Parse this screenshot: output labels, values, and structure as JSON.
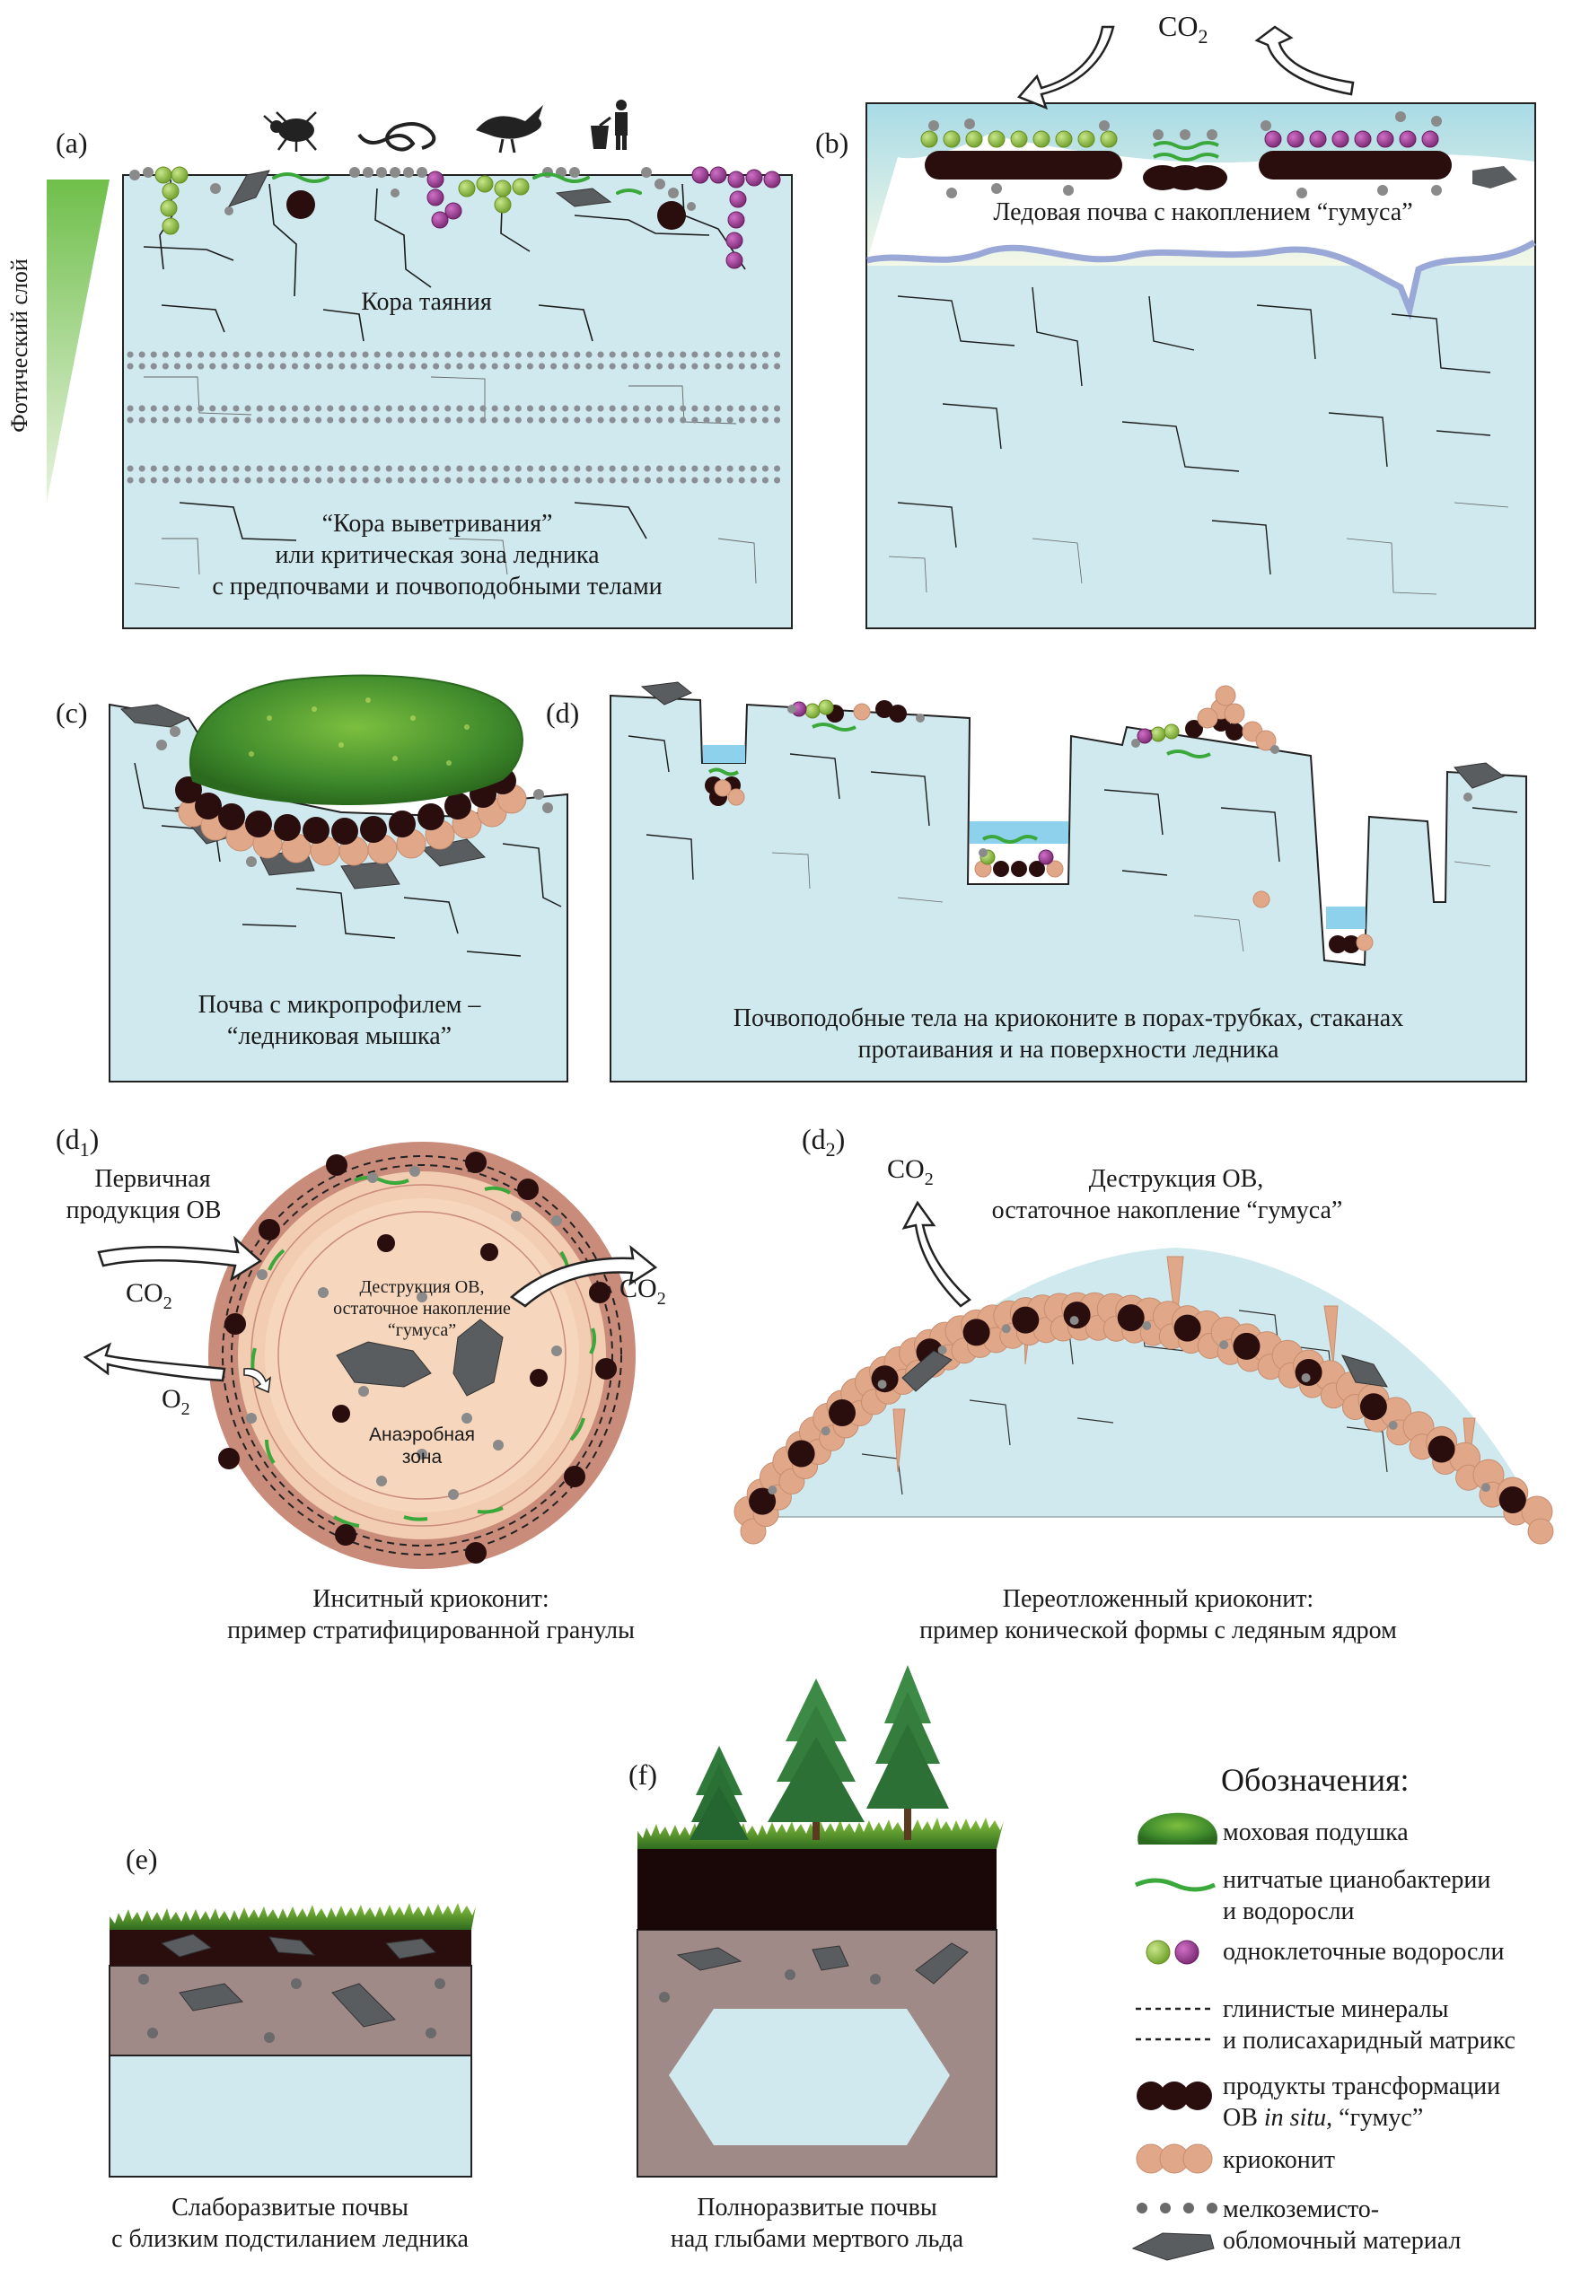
{
  "photic_label": "Фотический слой",
  "co2": "CO",
  "co2_sub": "2",
  "o2": "O",
  "o2_sub": "2",
  "panels": {
    "a": {
      "label": "(a)",
      "layer1": "Кора таяния",
      "layer2_l1": "“Кора выветривания”",
      "layer2_l2": "или критическая зона ледника",
      "layer2_l3": "с предпочвами и почвоподобными телами"
    },
    "b": {
      "label": "(b)",
      "caption": "Ледовая почва с накоплением “гумуса”"
    },
    "c": {
      "label": "(c)",
      "caption_l1": "Почва с микропрофилем –",
      "caption_l2": "“ледниковая мышка”"
    },
    "d": {
      "label": "(d)",
      "caption_l1": "Почвоподобные тела на криоконите в порах-трубках, стаканах",
      "caption_l2": "протаивания и на поверхности ледника"
    },
    "d1": {
      "label": "(d",
      "label_sub": "1",
      "label_end": ")",
      "primary_l1": "Первичная",
      "primary_l2": "продукция ОВ",
      "inner_l1": "Деструкция ОВ,",
      "inner_l2": "остаточное накопление",
      "inner_l3": "“гумуса”",
      "anaerobic_l1": "Анаэробная",
      "anaerobic_l2": "зона",
      "caption_l1": "Инситный криоконит:",
      "caption_l2": "пример стратифицированной гранулы"
    },
    "d2": {
      "label": "(d",
      "label_sub": "2",
      "label_end": ")",
      "top_l1": "Деструкция ОВ,",
      "top_l2": "остаточное накопление “гумуса”",
      "caption_l1": "Переотложенный криоконит:",
      "caption_l2": "пример конической формы с ледяным ядром"
    },
    "e": {
      "label": "(e)",
      "caption_l1": "Слаборазвитые почвы",
      "caption_l2": "с близким подстиланием ледника"
    },
    "f": {
      "label": "(f)",
      "caption_l1": "Полноразвитые почвы",
      "caption_l2": "над глыбами мертвого льда"
    }
  },
  "legend": {
    "title": "Обозначения:",
    "moss": "моховая подушка",
    "cyano_l1": "нитчатые цианобактерии",
    "cyano_l2": "и водоросли",
    "algae": "одноклеточные водоросли",
    "clay_l1": "глинистые минералы",
    "clay_l2": "и полисахаридный матрикс",
    "humus_l1": "продукты трансформации",
    "humus_l2a": "ОВ ",
    "humus_l2b": "in situ",
    "humus_l2c": ", “гумус”",
    "cryoconite": "криоконит",
    "fine_l1": "мелкоземисто-",
    "fine_l2": "обломочный материал"
  },
  "colors": {
    "ice": "#cfe9ee",
    "humus": "#2a0e0e",
    "cryoconite": "#e0a888",
    "algae_green": "#8fbf3a",
    "algae_purple": "#a0409a",
    "rock": "#5a5d60",
    "fine": "#8a8a8a",
    "moss": "#3f8a2c",
    "soil": "#a08a88"
  }
}
